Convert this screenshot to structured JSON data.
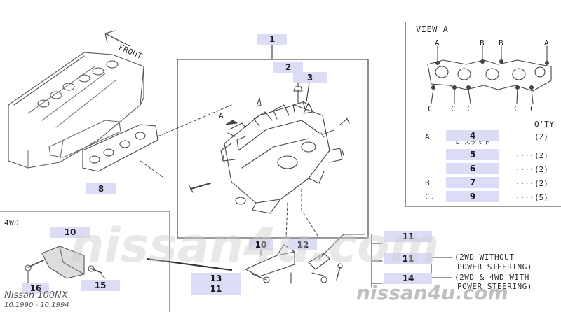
{
  "diagram": {
    "front_label": "FRONT",
    "view_a_title": "VIEW A",
    "qty_header": "Q'TY",
    "section_4wd": "4WD",
    "note_line1": "(2WD WITHOUT",
    "note_line2": "POWER STEERING)",
    "note_line3": "(2WD & 4WD WITH",
    "note_line4": "POWER STEERING)",
    "view_marker": "A",
    "view_a_points": {
      "a": "A",
      "b": "B",
      "c": "C"
    },
    "stud_sub": "D スタッド",
    "accent_color": "#dcdcf6"
  },
  "callouts": {
    "c1": "1",
    "c2": "2",
    "c3": "3",
    "c4": "4",
    "c5": "5",
    "c6": "6",
    "c7": "7",
    "c8": "8",
    "c9": "9",
    "c10a": "10",
    "c10b": "10",
    "c11a": "11",
    "c11b": "11",
    "c11c": "11",
    "c12": "12",
    "c13": "13",
    "c14": "14",
    "c15": "15",
    "c16": "16"
  },
  "qty_table": {
    "rows": [
      {
        "key": "A",
        "qty": "(2)"
      },
      {
        "key": "",
        "qty": "(2)"
      },
      {
        "key": "",
        "qty": "(2)"
      },
      {
        "key": "B",
        "qty": "(2)"
      },
      {
        "key": "C.",
        "qty": "(5)"
      }
    ],
    "dots": "······"
  },
  "footer": {
    "brand": "Nissan 100NX",
    "dates": "10.1990 - 10.1994"
  },
  "watermark": {
    "big": "nissan4u.com",
    "small": "nissan4u.com"
  }
}
